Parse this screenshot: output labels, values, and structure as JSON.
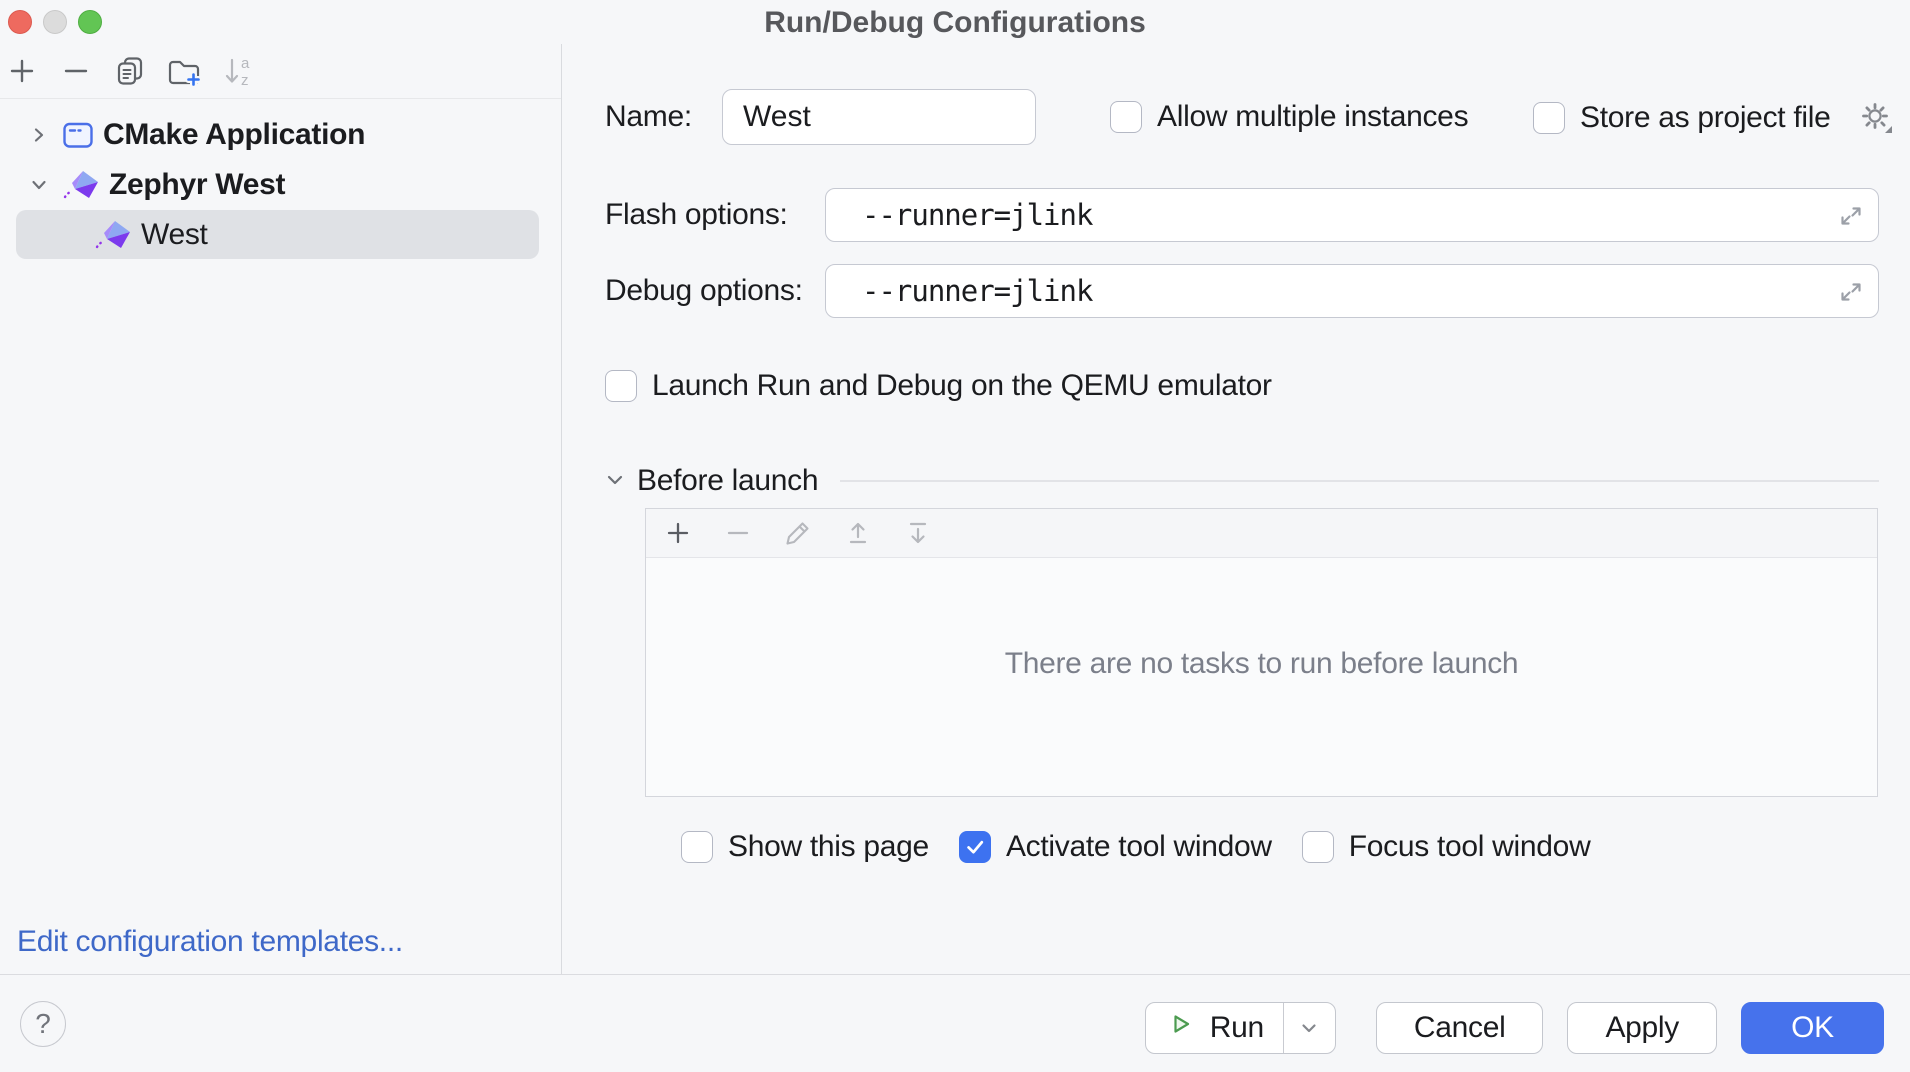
{
  "window": {
    "title": "Run/Debug Configurations",
    "traffic_lights": [
      "close",
      "minimize-disabled",
      "zoom"
    ]
  },
  "sidebar": {
    "toolbar_icons": [
      {
        "name": "add",
        "enabled": true
      },
      {
        "name": "remove",
        "enabled": true
      },
      {
        "name": "copy-configuration",
        "enabled": true
      },
      {
        "name": "new-folder",
        "enabled": true
      },
      {
        "name": "sort-configurations",
        "enabled": false
      }
    ],
    "tree": [
      {
        "label": "CMake Application",
        "icon": "cmake-application",
        "level": 1,
        "expanded": false,
        "selected": false
      },
      {
        "label": "Zephyr West",
        "icon": "zephyr-west",
        "level": 1,
        "expanded": true,
        "selected": false
      },
      {
        "label": "West",
        "icon": "zephyr-west",
        "level": 2,
        "selected": true
      }
    ],
    "edit_templates_link": "Edit configuration templates..."
  },
  "form": {
    "name_label": "Name:",
    "name_value": "West",
    "allow_multiple_label": "Allow multiple instances",
    "allow_multiple_checked": false,
    "store_as_project_label": "Store as project file",
    "store_as_project_checked": false,
    "flash_label": "Flash options:",
    "flash_value": "--runner=jlink",
    "debug_label": "Debug options:",
    "debug_value": "--runner=jlink",
    "qemu_label": "Launch Run and Debug on the QEMU emulator",
    "qemu_checked": false,
    "before_launch": {
      "title": "Before launch",
      "toolbar_icons": [
        {
          "name": "add",
          "enabled": true
        },
        {
          "name": "remove",
          "enabled": false
        },
        {
          "name": "edit",
          "enabled": false
        },
        {
          "name": "move-up",
          "enabled": false
        },
        {
          "name": "move-down",
          "enabled": false
        }
      ],
      "empty_text": "There are no tasks to run before launch"
    },
    "page_options": [
      {
        "label": "Show this page",
        "checked": false
      },
      {
        "label": "Activate tool window",
        "checked": true
      },
      {
        "label": "Focus tool window",
        "checked": false
      }
    ]
  },
  "footer": {
    "help_label": "?",
    "run_label": "Run",
    "cancel_label": "Cancel",
    "apply_label": "Apply",
    "ok_label": "OK"
  },
  "colors": {
    "accent_checkbox_blue": "#3D72F0",
    "ok_button_blue": "#4672EC",
    "run_play_green": "#4C9B50",
    "link_blue": "#3E68C8",
    "tree_selection_gray": "#DFE1E5",
    "dialog_background": "#F6F7F9"
  }
}
